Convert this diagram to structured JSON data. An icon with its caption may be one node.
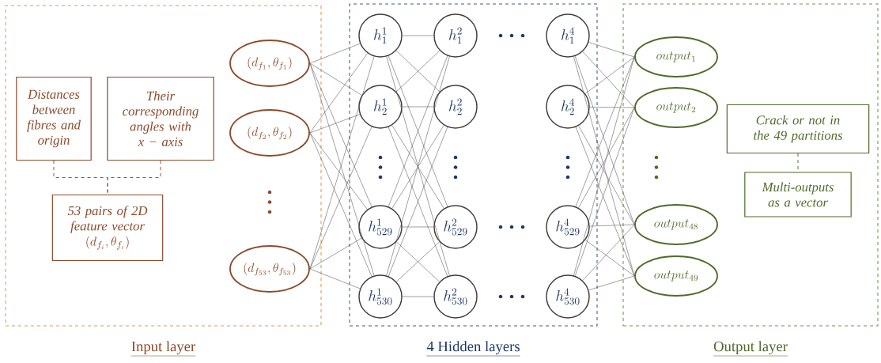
{
  "diagram": {
    "nodes": [
      {
        "text": [
          "Input layer"
        ]
      },
      {
        "text": [
          "Distances between fibres and origin"
        ],
        "in": 0
      },
      {
        "text": [
          "Their corresponding angles with x − axis"
        ],
        "in": 0
      },
      {
        "text": [
          "53 pairs of 2D feature vector",
          "(d_{f_i}, \\theta_{f_i})"
        ],
        "in": 0
      },
      {
        "text": [
          "(d_{f_1}, \\theta_{f_1})"
        ],
        "in": 0
      },
      {
        "text": [
          "(d_{f_2}, \\theta_{f_2})"
        ],
        "in": 0
      },
      {
        "text": [
          "(d_{f_{53}}, \\theta_{f_{53}})"
        ],
        "in": 0
      },
      {
        "text": [
          "4 Hidden layers"
        ]
      },
      {
        "text": [
          "h^{1}_{1}"
        ],
        "in": 7
      },
      {
        "text": [
          "h^{1}_{2}"
        ],
        "in": 7
      },
      {
        "text": [
          "h^{1}_{529}"
        ],
        "in": 7
      },
      {
        "text": [
          "h^{1}_{530}"
        ],
        "in": 7
      },
      {
        "text": [
          "h^{2}_{1}"
        ],
        "in": 7
      },
      {
        "text": [
          "h^{2}_{2}"
        ],
        "in": 7
      },
      {
        "text": [
          "h^{2}_{529}"
        ],
        "in": 7
      },
      {
        "text": [
          "h^{2}_{530}"
        ],
        "in": 7
      },
      {
        "text": [
          "h^{4}_{1}"
        ],
        "in": 7
      },
      {
        "text": [
          "h^{4}_{2}"
        ],
        "in": 7
      },
      {
        "text": [
          "h^{4}_{529}"
        ],
        "in": 7
      },
      {
        "text": [
          "h^{4}_{530}"
        ],
        "in": 7
      },
      {
        "text": [
          "Output layer"
        ]
      },
      {
        "text": [
          "output_{1}"
        ],
        "in": 20
      },
      {
        "text": [
          "output_{2}"
        ],
        "in": 20
      },
      {
        "text": [
          "output_{48}"
        ],
        "in": 20
      },
      {
        "text": [
          "output_{49}"
        ],
        "in": 20
      },
      {
        "text": [
          "Crack or not in the 49 partitions"
        ],
        "in": 20
      },
      {
        "text": [
          "Multi-outputs as a vector"
        ],
        "in": 20
      }
    ],
    "edges": [
      {
        "from": 1,
        "to": 3,
        "arrow": "none",
        "style": "dashed",
        "color": "#8b4a2b"
      },
      {
        "from": 2,
        "to": 3,
        "arrow": "none",
        "style": "dashed",
        "color": "#8b4a2b"
      },
      {
        "from": 25,
        "to": 26,
        "arrow": "none",
        "style": "dashed",
        "color": "#4f6b2a"
      },
      {
        "from": 4,
        "to": 8,
        "arrow": "none"
      },
      {
        "from": 4,
        "to": 9,
        "arrow": "none"
      },
      {
        "from": 4,
        "to": 10,
        "arrow": "none"
      },
      {
        "from": 4,
        "to": 11,
        "arrow": "none"
      },
      {
        "from": 5,
        "to": 8,
        "arrow": "none"
      },
      {
        "from": 5,
        "to": 9,
        "arrow": "none"
      },
      {
        "from": 5,
        "to": 10,
        "arrow": "none"
      },
      {
        "from": 5,
        "to": 11,
        "arrow": "none"
      },
      {
        "from": 6,
        "to": 8,
        "arrow": "none"
      },
      {
        "from": 6,
        "to": 9,
        "arrow": "none"
      },
      {
        "from": 6,
        "to": 10,
        "arrow": "none"
      },
      {
        "from": 6,
        "to": 11,
        "arrow": "none"
      },
      {
        "from": 8,
        "to": 12,
        "arrow": "none"
      },
      {
        "from": 8,
        "to": 13,
        "arrow": "none"
      },
      {
        "from": 8,
        "to": 14,
        "arrow": "none"
      },
      {
        "from": 8,
        "to": 15,
        "arrow": "none"
      },
      {
        "from": 9,
        "to": 12,
        "arrow": "none"
      },
      {
        "from": 9,
        "to": 13,
        "arrow": "none"
      },
      {
        "from": 9,
        "to": 14,
        "arrow": "none"
      },
      {
        "from": 9,
        "to": 15,
        "arrow": "none"
      },
      {
        "from": 10,
        "to": 12,
        "arrow": "none"
      },
      {
        "from": 10,
        "to": 13,
        "arrow": "none"
      },
      {
        "from": 10,
        "to": 14,
        "arrow": "none"
      },
      {
        "from": 10,
        "to": 15,
        "arrow": "none"
      },
      {
        "from": 11,
        "to": 12,
        "arrow": "none"
      },
      {
        "from": 11,
        "to": 13,
        "arrow": "none"
      },
      {
        "from": 11,
        "to": 14,
        "arrow": "none"
      },
      {
        "from": 11,
        "to": 15,
        "arrow": "none"
      },
      {
        "from": 16,
        "to": 21,
        "arrow": "none"
      },
      {
        "from": 16,
        "to": 22,
        "arrow": "none"
      },
      {
        "from": 16,
        "to": 23,
        "arrow": "none"
      },
      {
        "from": 16,
        "to": 24,
        "arrow": "none"
      },
      {
        "from": 17,
        "to": 21,
        "arrow": "none"
      },
      {
        "from": 17,
        "to": 22,
        "arrow": "none"
      },
      {
        "from": 17,
        "to": 23,
        "arrow": "none"
      },
      {
        "from": 17,
        "to": 24,
        "arrow": "none"
      },
      {
        "from": 18,
        "to": 21,
        "arrow": "none"
      },
      {
        "from": 18,
        "to": 22,
        "arrow": "none"
      },
      {
        "from": 18,
        "to": 23,
        "arrow": "none"
      },
      {
        "from": 18,
        "to": 24,
        "arrow": "none"
      },
      {
        "from": 19,
        "to": 21,
        "arrow": "none"
      },
      {
        "from": 19,
        "to": 22,
        "arrow": "none"
      },
      {
        "from": 19,
        "to": 23,
        "arrow": "none"
      },
      {
        "from": 19,
        "to": 24,
        "arrow": "none"
      }
    ]
  }
}
